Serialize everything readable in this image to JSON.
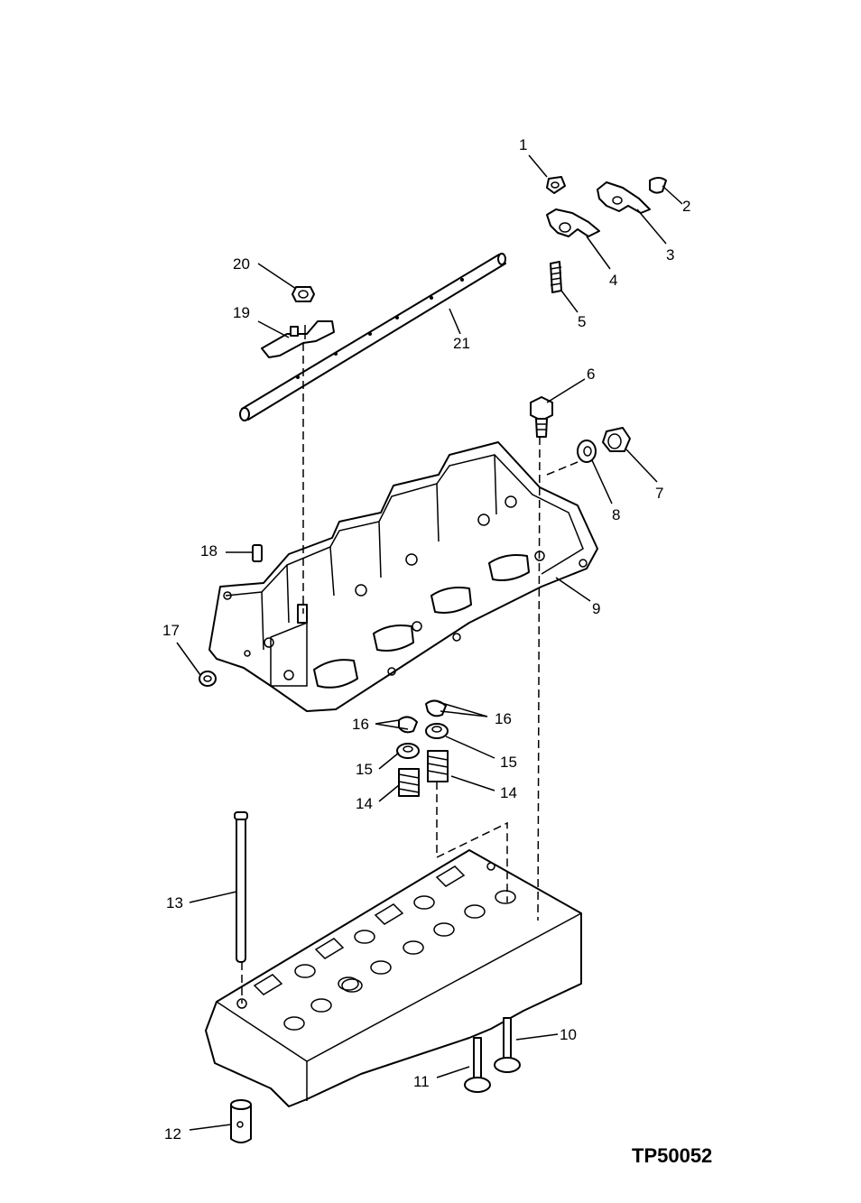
{
  "figure_id": "TP50052",
  "callouts": {
    "c1": "1",
    "c2": "2",
    "c3": "3",
    "c4": "4",
    "c5": "5",
    "c6": "6",
    "c7": "7",
    "c8": "8",
    "c9": "9",
    "c10": "10",
    "c11": "11",
    "c12": "12",
    "c13": "13",
    "c14a": "14",
    "c14b": "14",
    "c15a": "15",
    "c15b": "15",
    "c16a": "16",
    "c16b": "16",
    "c17": "17",
    "c18": "18",
    "c19": "19",
    "c20": "20",
    "c21": "21"
  }
}
